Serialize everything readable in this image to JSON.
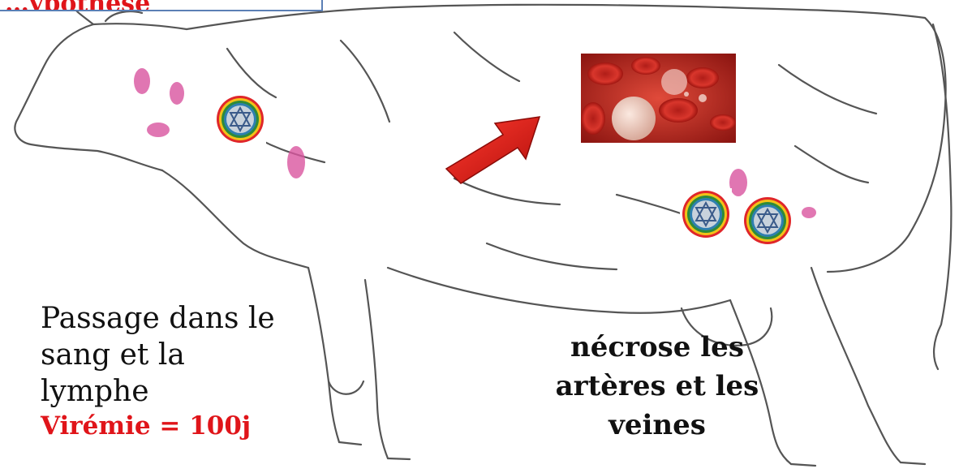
{
  "title": "…ypothèse",
  "left_caption": {
    "lines": [
      "Passage dans le",
      "sang et la",
      "lymphe"
    ],
    "viremie": "Virémie = 100j"
  },
  "right_caption": {
    "lines": [
      "nécrose les",
      "artères et les",
      "veines"
    ]
  },
  "icons": {
    "virus": "virus-particle-icon",
    "arrow": "red-arrow-icon",
    "blood": "blood-cells-image",
    "cow": "cow-drawing"
  },
  "colors": {
    "accent_red": "#e0151a",
    "lesion_pink": "#d9559f",
    "box_border": "#5b7fb5"
  }
}
